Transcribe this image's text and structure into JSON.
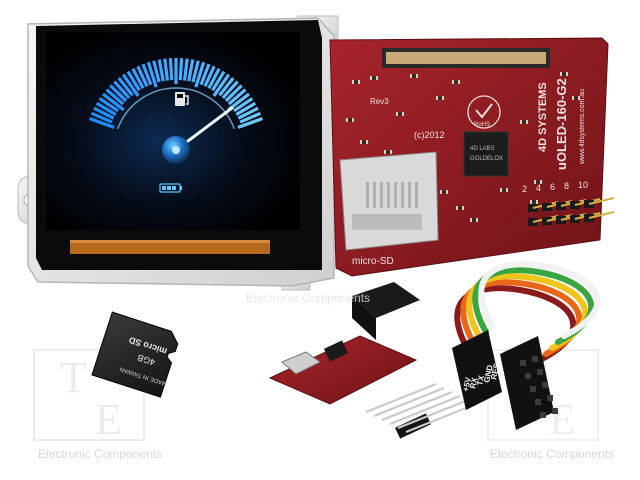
{
  "watermark": {
    "logo_letters": [
      "T",
      "E"
    ],
    "caption": "Electronic Components"
  },
  "display_module": {
    "screen": {
      "icon": "fuel-pump-icon",
      "gauge": "speedometer-gauge",
      "status_icon": "battery-icon"
    },
    "board": {
      "revision": "Rev3",
      "copyright": "(c)2012",
      "brand": "4D SYSTEMS",
      "model": "uOLED-160-G2",
      "website": "www.4dsystems.com.au",
      "chip_label": "4D LABS",
      "chip_sub": "GOLDELOX",
      "rohs": "RoHS",
      "slot_label": "micro-SD",
      "pin_numbers": [
        "2",
        "4",
        "6",
        "8",
        "10"
      ]
    }
  },
  "sd_card": {
    "logo": "micro SD",
    "capacity": "4GB",
    "origin": "MADE IN TAIWAN"
  },
  "cable": {
    "pin_labels": [
      "+5V",
      "RX",
      "TX",
      "GND",
      "RES"
    ]
  },
  "colors": {
    "board_red": "#8e1c22",
    "screen_blue": "#2aa3ff",
    "bezel_gray": "#e6e6e6"
  }
}
